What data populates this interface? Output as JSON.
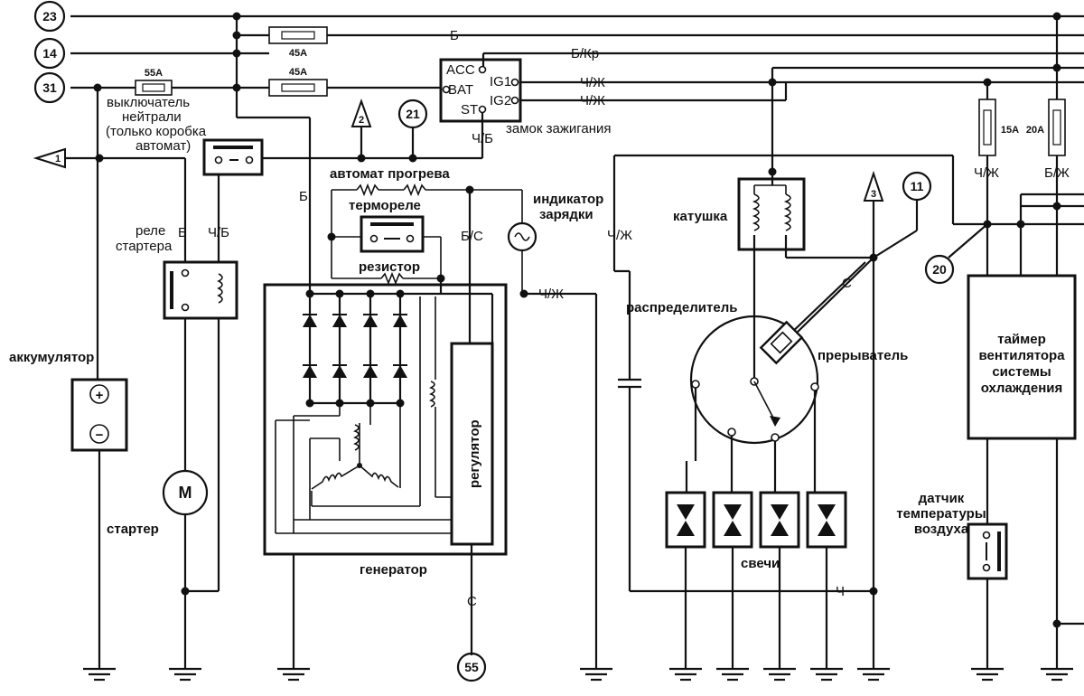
{
  "connectors": {
    "c23": "23",
    "c14": "14",
    "c31": "31",
    "c21": "21",
    "c11": "11",
    "c20": "20",
    "c55": "55",
    "t1": "1",
    "t2": "2",
    "t3": "3"
  },
  "fuses": {
    "f45a_top": "45A",
    "f45a_mid": "45A",
    "f55a": "55A",
    "f15a": "15A",
    "f20a": "20A"
  },
  "wire_labels": {
    "b_top": "Б",
    "b_kr": "Б/Кр",
    "ch_zh_1": "Ч/Ж",
    "ch_zh_2": "Ч/Ж",
    "ch_b_switch": "Ч/Б",
    "b_left": "Б",
    "ch_b_relay": "Ч/Б",
    "b_gen": "Б",
    "b_s": "Б/С",
    "ch_zh_gen": "Ч/Ж",
    "ch_zh_vert": "Ч/Ж",
    "c_coil": "С",
    "c_bottom": "С",
    "ch_bottom": "Ч",
    "ch_zh_right": "Ч/Ж",
    "b_zh_right": "Б/Ж"
  },
  "ignition": {
    "acc": "ACC",
    "bat": "BAT",
    "st": "ST",
    "ig1": "IG1",
    "ig2": "IG2",
    "label": "замок зажигания"
  },
  "labels": {
    "neutral_1": "выключатель",
    "neutral_2": "нейтрали",
    "neutral_3": "(только коробка",
    "neutral_4": "автомат)",
    "warmup": "автомат прогрева",
    "thermorelay": "термореле",
    "resistor": "резистор",
    "charge_1": "индикатор",
    "charge_2": "зарядки",
    "coil": "катушка",
    "relay_1": "реле",
    "relay_2": "стартера",
    "battery": "аккумулятор",
    "starter": "стартер",
    "starter_m": "M",
    "generator": "генератор",
    "regulator": "регулятор",
    "distributor": "распределитель",
    "breaker": "прерыватель",
    "plugs": "свечи",
    "timer_1": "таймер",
    "timer_2": "вентилятора",
    "timer_3": "системы",
    "timer_4": "охлаждения",
    "sensor_1": "датчик",
    "sensor_2": "температуры",
    "sensor_3": "воздуха",
    "plus": "+",
    "minus": "−"
  }
}
